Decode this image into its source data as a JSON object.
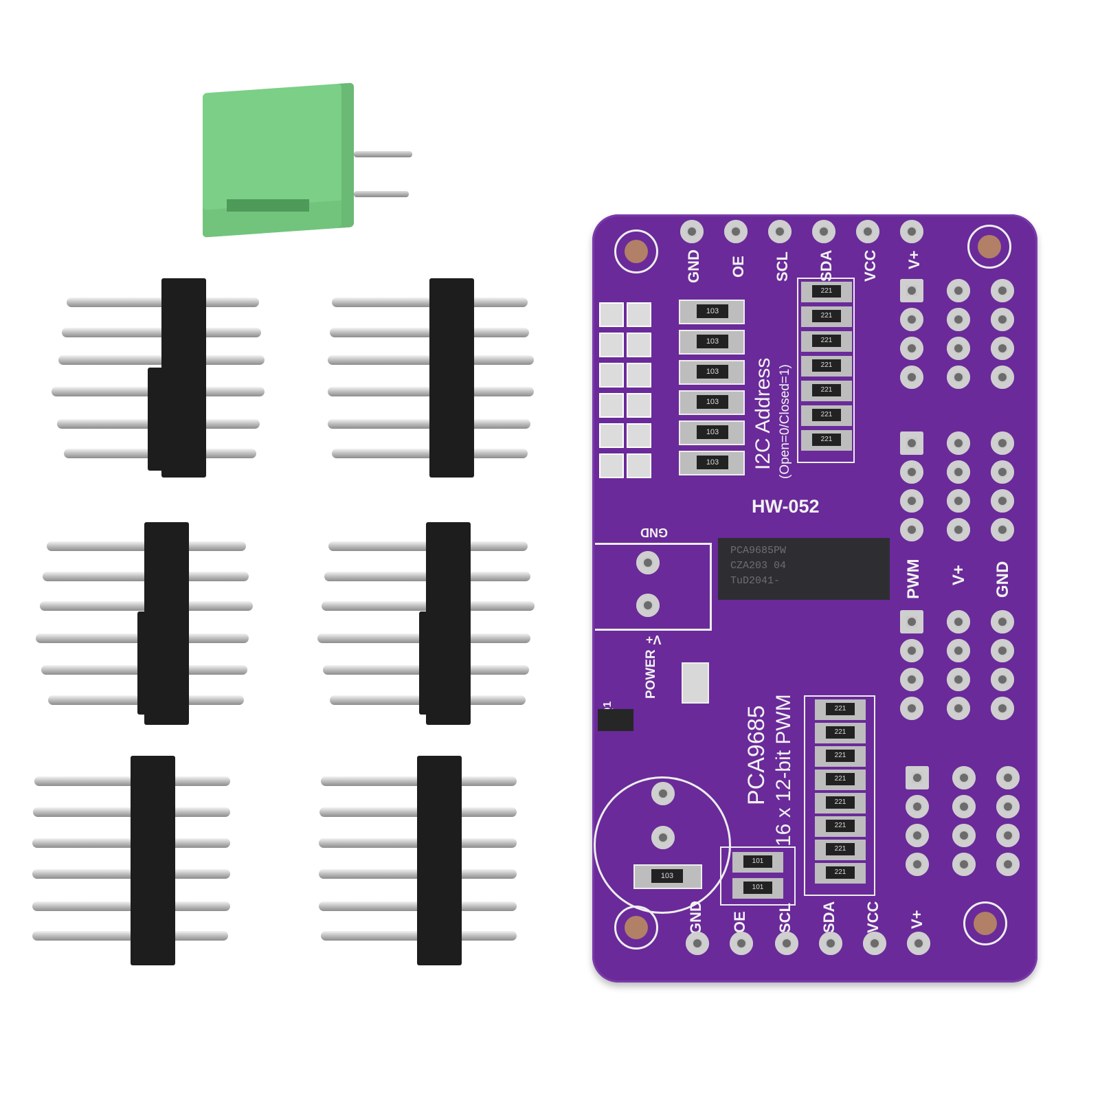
{
  "scene": {
    "description": "Product photo of a PCA9685 16-channel 12-bit PWM servo driver board (HW-052) with accessories on white background",
    "background_color": "#ffffff"
  },
  "accessories": {
    "terminal_block": {
      "label": "2-pin screw terminal block",
      "color": "#7ccf86"
    },
    "pin_headers": [
      {
        "label": "3x4 right-angle header 1"
      },
      {
        "label": "3x4 right-angle header 2"
      },
      {
        "label": "3x4 right-angle header 3"
      },
      {
        "label": "3x4 right-angle header 4"
      },
      {
        "label": "1x6 straight header 1"
      },
      {
        "label": "1x6 straight header 2"
      }
    ]
  },
  "board": {
    "model": "HW-052",
    "color": "#6a2a9a",
    "top_pins": [
      "GND",
      "OE",
      "SCL",
      "SDA",
      "VCC",
      "V+"
    ],
    "bottom_pins": [
      "GND",
      "OE",
      "SCL",
      "SDA",
      "VCC",
      "V+"
    ],
    "address_label": "I2C Address",
    "address_sub": "(Open=0/Closed=1)",
    "chip": {
      "line1": "PCA9685PW",
      "line2": "CZA203      04",
      "line3": "TuD2041-"
    },
    "chip_name": "PCA9685",
    "chip_desc": "16 x 12-bit PWM",
    "power_terminal": {
      "gnd": "GND",
      "vplus": "V+"
    },
    "power_led": "POWER",
    "transistor": "Q1",
    "servo_header_labels": [
      "PWM",
      "V+",
      "GND"
    ],
    "resistors_left": [
      "103",
      "103",
      "103",
      "103",
      "103",
      "103"
    ],
    "resistors_top_right": [
      "221",
      "221",
      "221",
      "221",
      "221",
      "221",
      "221"
    ],
    "resistors_bottom_right": [
      "221",
      "221",
      "221",
      "221",
      "221",
      "221",
      "221",
      "221"
    ],
    "resistors_bottom_left": [
      "103",
      "101",
      "101"
    ]
  }
}
